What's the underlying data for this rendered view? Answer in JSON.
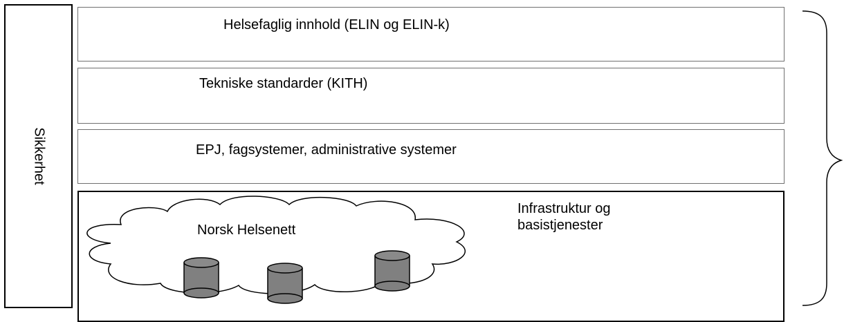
{
  "security": {
    "label": "Sikkerhet"
  },
  "layers": [
    {
      "label": "Helsefaglig innhold (ELIN og ELIN-k)"
    },
    {
      "label": "Tekniske standarder (KITH)"
    },
    {
      "label": "EPJ, fagsystemer, administrative systemer"
    },
    {
      "label": "Infrastruktur og basistjenester"
    }
  ],
  "network": {
    "label": "Norsk Helsenett"
  }
}
